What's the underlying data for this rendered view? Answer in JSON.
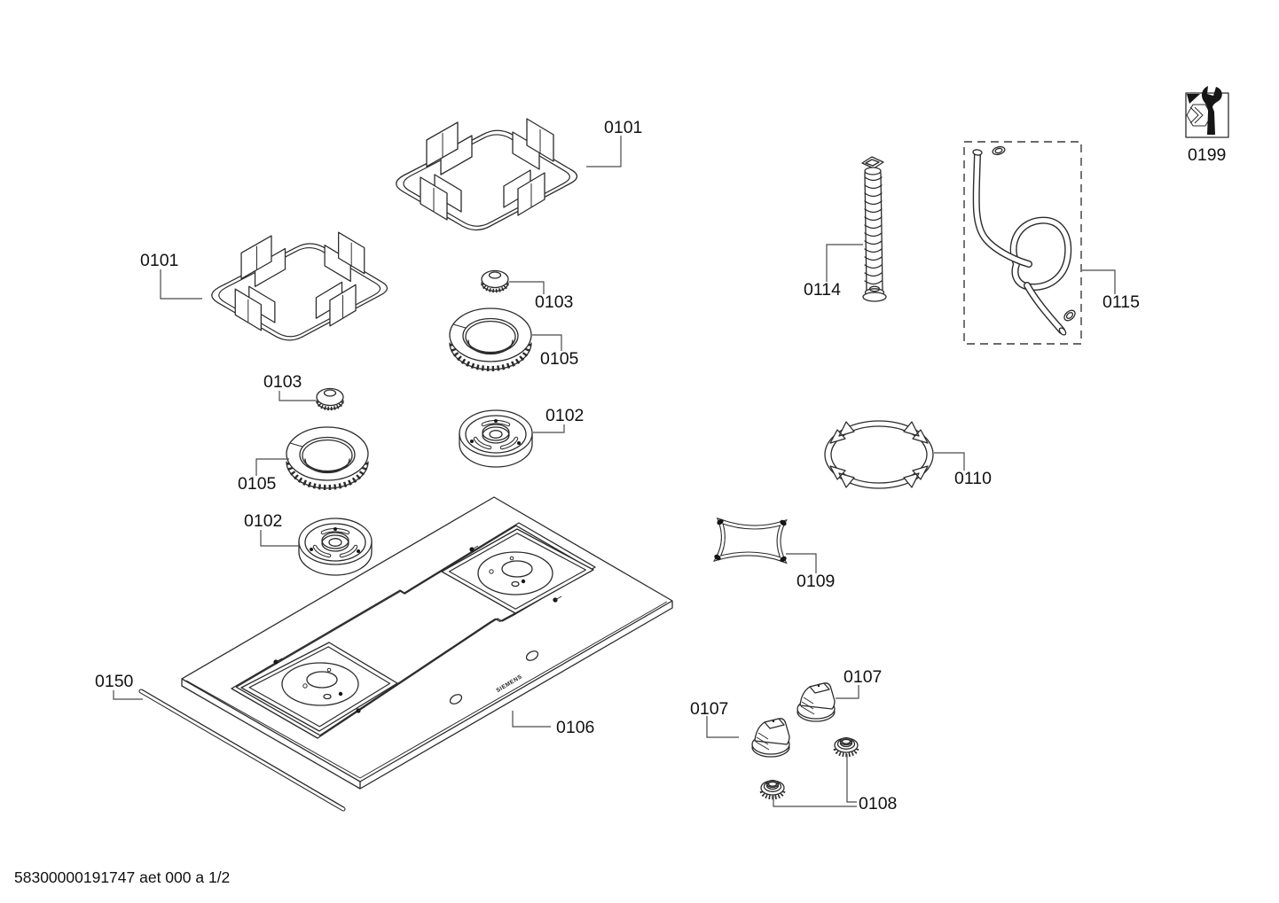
{
  "page": {
    "background": "#ffffff",
    "line_color": "#2b2b2b",
    "label_color": "#111111",
    "footer_text": "58300000191747 aet 000 a 1/2",
    "brand_mark": "SIEMENS"
  },
  "labels": {
    "pan_support_top": "0101",
    "pan_support_left": "0101",
    "burner_cap_top": "0103",
    "burner_ring_right": "0105",
    "burner_cap_left": "0103",
    "burner_base_right": "0102",
    "burner_ring_left": "0105",
    "burner_base_left": "0102",
    "hob_top": "0106",
    "trim_strip": "0150",
    "flex_pipe": "0114",
    "gas_hose_kit": "0115",
    "wok_ring": "0110",
    "small_pan_support": "0109",
    "control_knob_right": "0107",
    "control_knob_left": "0107",
    "seal_rings": "0108",
    "service_tool_icon": "0199"
  }
}
